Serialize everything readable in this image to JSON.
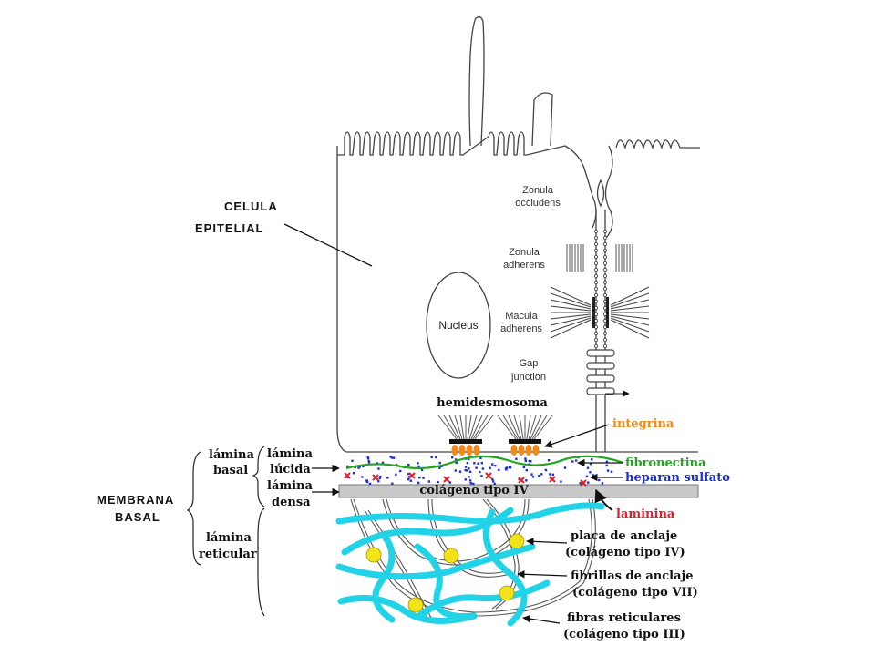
{
  "cell": {
    "title_line1": "CELULA",
    "title_line2": "EPITELIAL",
    "nucleus": "Nucleus"
  },
  "junctions": {
    "zonula_occludens": [
      "Zonula",
      "occludens"
    ],
    "zonula_adherens": [
      "Zonula",
      "adherens"
    ],
    "macula_adherens": [
      "Macula",
      "adherens"
    ],
    "gap_junction": [
      "Gap",
      "junction"
    ]
  },
  "labels": {
    "hemidesmosoma": "hemidesmosoma",
    "integrina": "integrina",
    "fibronectina": "fibronectina",
    "heparan_sulfato": "heparan sulfato",
    "laminina": "laminina",
    "colageno_iv": "colágeno tipo IV",
    "placa_anclaje": [
      "placa de anclaje",
      "(colágeno tipo IV)"
    ],
    "fibrillas_anclaje": [
      "fibrillas de anclaje",
      "(colágeno tipo VII)"
    ],
    "fibras_reticulares": [
      "fibras reticulares",
      "(colágeno tipo III)"
    ]
  },
  "membrane": {
    "title_line1": "MEMBRANA",
    "title_line2": "BASAL",
    "lamina_basal": [
      "lámina",
      "basal"
    ],
    "lamina_reticular": [
      "lámina",
      "reticular"
    ],
    "lamina_lucida": [
      "lámina",
      "lúcida"
    ],
    "lamina_densa": [
      "lámina",
      "densa"
    ]
  },
  "colors": {
    "integrina": "#f08a1c",
    "fibronectina": "#22a61c",
    "heparan_sulfato": "#1a2fd6",
    "laminina": "#e0202c",
    "reticular_fibers": "#22d3e8",
    "anchoring_plaque": "#f2e21a",
    "lamina_densa_fill": "#c9c9c9"
  }
}
